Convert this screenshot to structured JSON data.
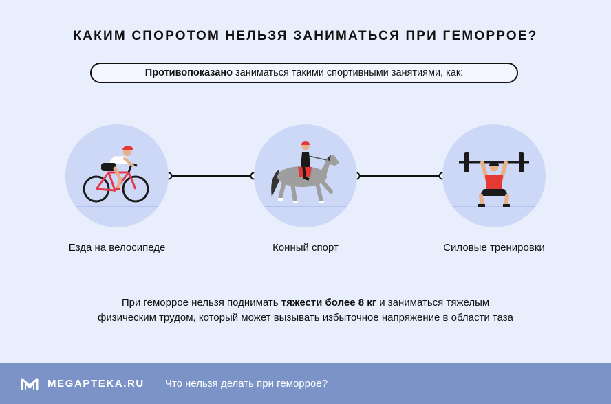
{
  "header": {
    "title": "Каким споротом нельзя заниматься при геморрое?"
  },
  "intro": {
    "bold": "Противопоказано",
    "rest": "заниматься такими спортивными занятиями, как:"
  },
  "sports": [
    {
      "label": "Езда на велосипеде",
      "icon": "cyclist-icon"
    },
    {
      "label": "Конный спорт",
      "icon": "horse-rider-icon"
    },
    {
      "label": "Силовые тренировки",
      "icon": "weightlifter-icon"
    }
  ],
  "note": {
    "line1_before": "При геморрое нельзя поднимать",
    "line1_bold": "тяжести более 8 кг",
    "line1_after": "и заниматься тяжелым",
    "line2": "физическим трудом, который может вызывать избыточное напряжение в области таза"
  },
  "footer": {
    "brand": "MEGAPTEKA.RU",
    "text": "Что нельзя делать при геморрое?"
  },
  "colors": {
    "background": "#e8eefc",
    "circle": "#cdd8f6",
    "footer": "#7b93c6",
    "accent_red": "#e53935"
  }
}
